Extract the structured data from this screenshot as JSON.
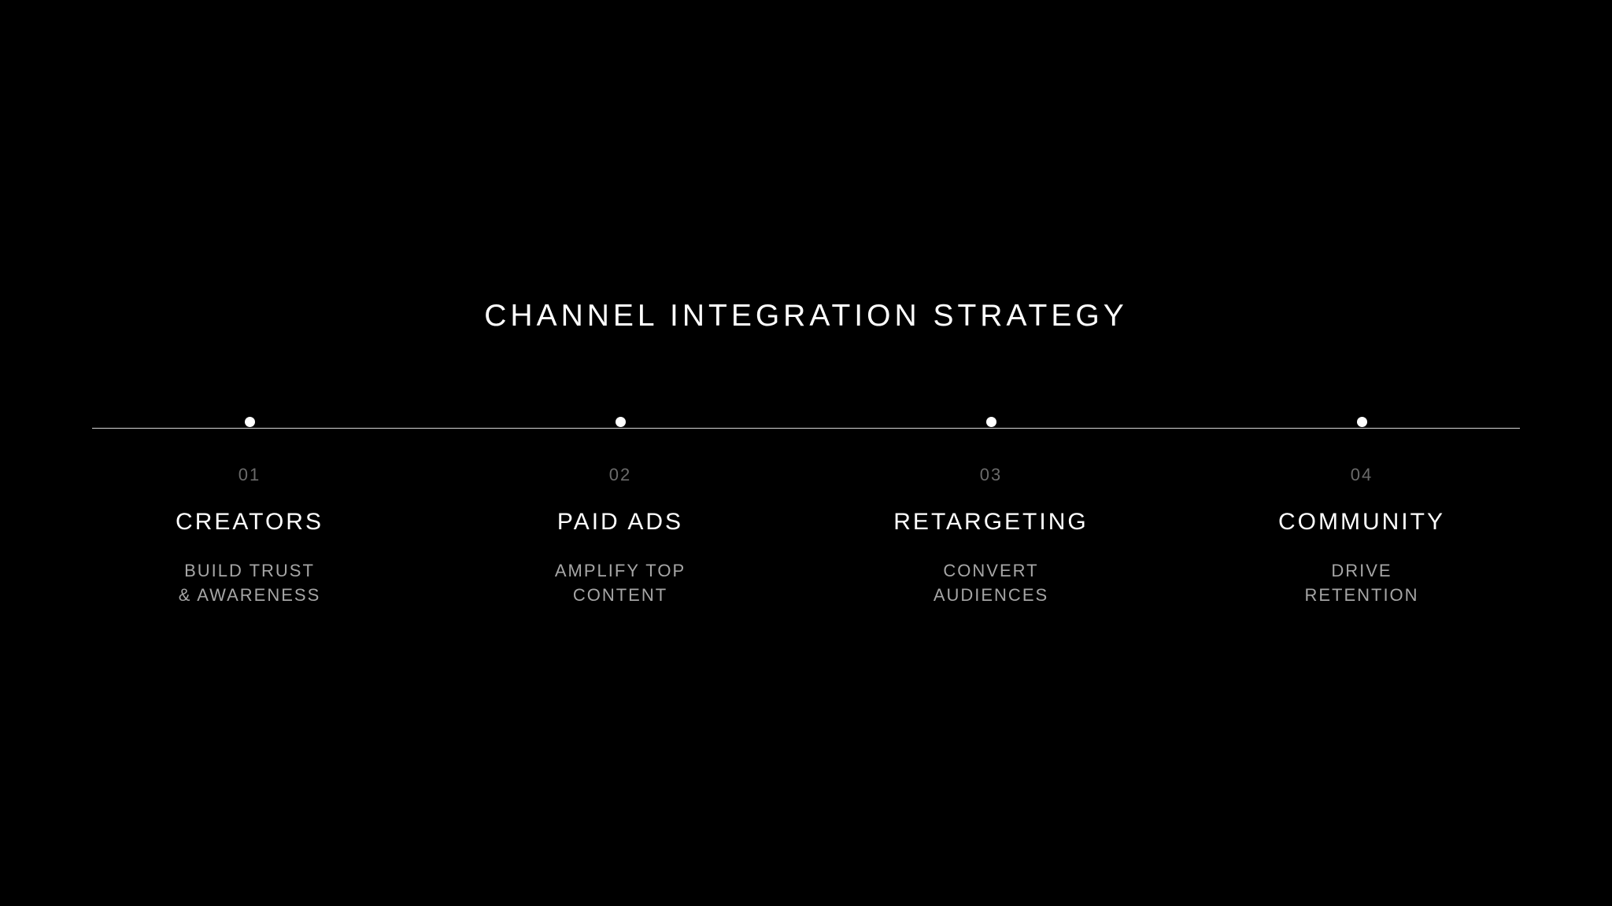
{
  "title": "CHANNEL INTEGRATION STRATEGY",
  "colors": {
    "background": "#000000",
    "title": "#ffffff",
    "line": "#d6d6d6",
    "number": "#6a6a6a",
    "description": "#a6a6a6"
  },
  "steps": [
    {
      "number": "01",
      "name": "CREATORS",
      "desc_line1": "BUILD TRUST",
      "desc_line2": "& AWARENESS"
    },
    {
      "number": "02",
      "name": "PAID ADS",
      "desc_line1": "AMPLIFY TOP",
      "desc_line2": "CONTENT"
    },
    {
      "number": "03",
      "name": "RETARGETING",
      "desc_line1": "CONVERT",
      "desc_line2": "AUDIENCES"
    },
    {
      "number": "04",
      "name": "COMMUNITY",
      "desc_line1": "DRIVE",
      "desc_line2": "RETENTION"
    }
  ]
}
